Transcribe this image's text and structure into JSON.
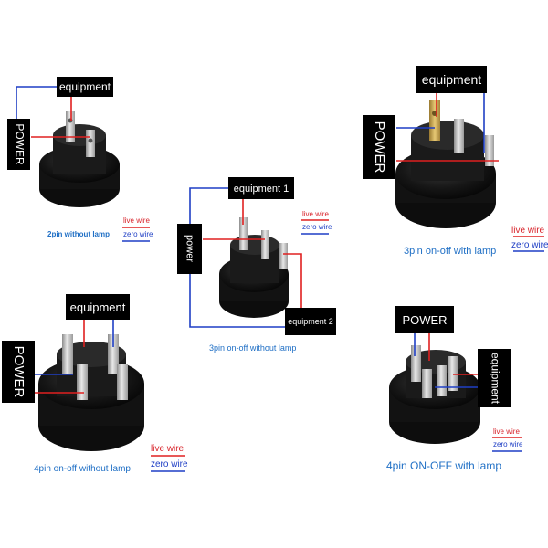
{
  "colors": {
    "live": "#e02020",
    "zero": "#1f3fc5",
    "caption": "#1f6fc5",
    "label_bg": "#000000"
  },
  "legend": {
    "live": "live wire",
    "zero": "zero wire"
  },
  "diagrams": {
    "d1": {
      "caption": "2pin without lamp",
      "power": "POWER",
      "equipment": "equipment"
    },
    "d2": {
      "caption": "3pin on-off without lamp",
      "power": "power",
      "equipment1": "equipment 1",
      "equipment2": "equipment 2"
    },
    "d3": {
      "caption": "3pin on-off with lamp",
      "power": "POWER",
      "equipment": "equipment"
    },
    "d4": {
      "caption": "4pin on-off without lamp",
      "power": "POWER",
      "equipment": "equipment"
    },
    "d5": {
      "caption": "4pin ON-OFF with lamp",
      "power": "POWER",
      "equipment": "equipment"
    }
  }
}
